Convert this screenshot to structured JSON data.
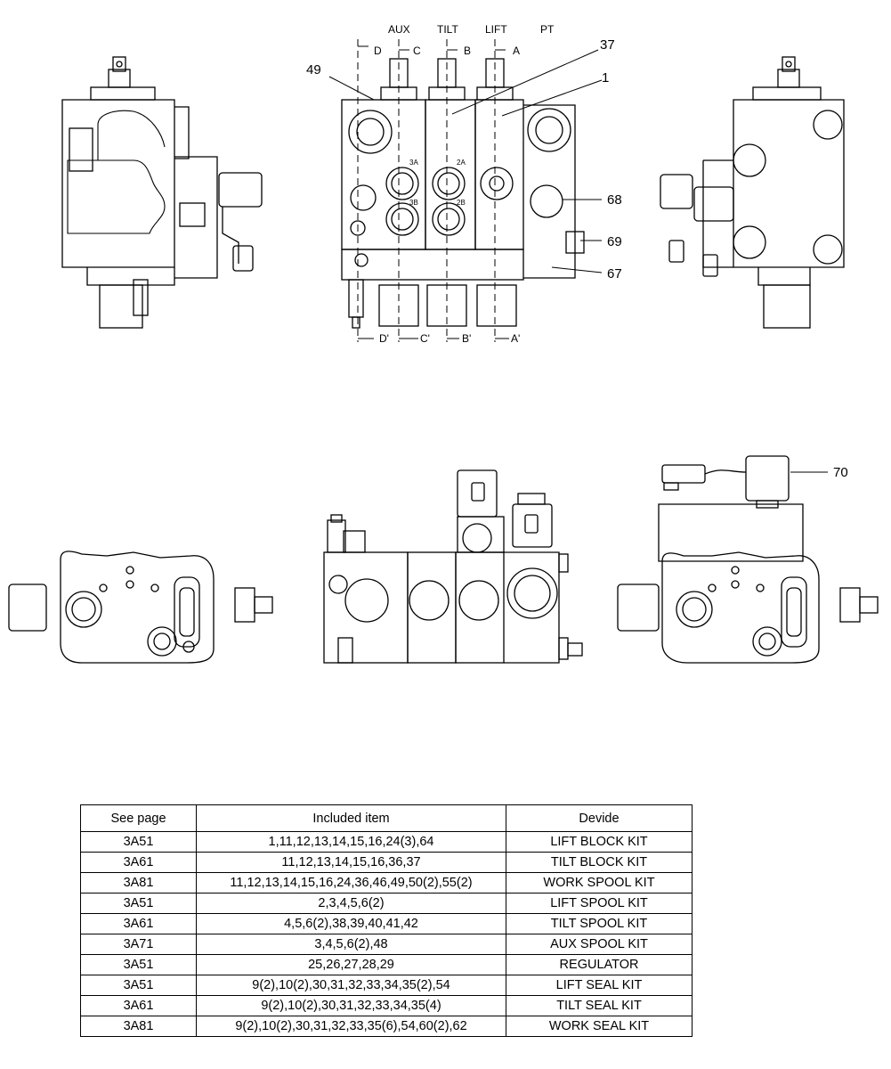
{
  "ports": {
    "aux": "AUX",
    "tilt": "TILT",
    "lift": "LIFT",
    "pt": "PT"
  },
  "sections": {
    "d": "D",
    "c": "C",
    "b": "B",
    "a": "A",
    "d2": "D'",
    "c2": "C'",
    "b2": "B'",
    "a2": "A'"
  },
  "callouts": {
    "c49": "49",
    "c37": "37",
    "c1": "1",
    "c68": "68",
    "c69": "69",
    "c67": "67",
    "c70": "70"
  },
  "port_marks": {
    "p3a": "3A",
    "p2a": "2A",
    "p3b": "3B",
    "p2b": "2B"
  },
  "table": {
    "headers": [
      "See page",
      "Included item",
      "Devide"
    ],
    "rows": [
      [
        "3A51",
        "1,11,12,13,14,15,16,24(3),64",
        "LIFT BLOCK KIT"
      ],
      [
        "3A61",
        "11,12,13,14,15,16,36,37",
        "TILT BLOCK KIT"
      ],
      [
        "3A81",
        "11,12,13,14,15,16,24,36,46,49,50(2),55(2)",
        "WORK SPOOL KIT"
      ],
      [
        "3A51",
        "2,3,4,5,6(2)",
        "LIFT SPOOL KIT"
      ],
      [
        "3A61",
        "4,5,6(2),38,39,40,41,42",
        "TILT SPOOL KIT"
      ],
      [
        "3A71",
        "3,4,5,6(2),48",
        "AUX SPOOL KIT"
      ],
      [
        "3A51",
        "25,26,27,28,29",
        "REGULATOR"
      ],
      [
        "3A51",
        "9(2),10(2),30,31,32,33,34,35(2),54",
        "LIFT SEAL KIT"
      ],
      [
        "3A61",
        "9(2),10(2),30,31,32,33,34,35(4)",
        "TILT SEAL KIT"
      ],
      [
        "3A81",
        "9(2),10(2),30,31,32,33,35(6),54,60(2),62",
        "WORK SEAL KIT"
      ]
    ]
  }
}
